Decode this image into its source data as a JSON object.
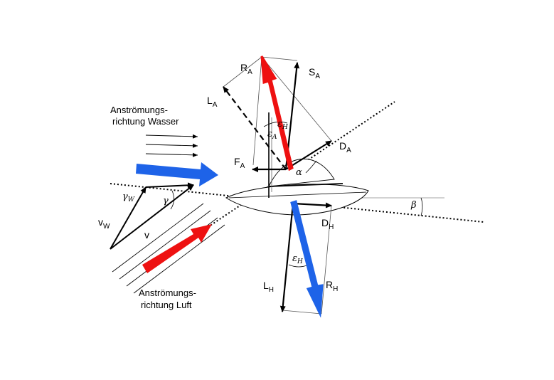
{
  "labels": {
    "ra": "R",
    "ra_sub": "A",
    "sa": "S",
    "sa_sub": "A",
    "la": "L",
    "la_sub": "A",
    "da": "D",
    "da_sub": "A",
    "fa": "F",
    "fa_sub": "A",
    "dh": "D",
    "dh_sub": "H",
    "lh": "L",
    "lh_sub": "H",
    "rh": "R",
    "rh_sub": "H",
    "vw": "v",
    "vw_sub": "W",
    "v": "v",
    "eps_a": "ε",
    "eps_a_sub": "A",
    "eps_h_top": "ε",
    "eps_h_top_sub": "H",
    "eps_h": "ε",
    "eps_h_sub": "H",
    "alpha": "α",
    "beta": "β",
    "gamma": "γ",
    "gamma_w": "γ",
    "gamma_w_sub": "W"
  },
  "captions": {
    "water_line1": "Anströmungs-",
    "water_line2": "richtung Wasser",
    "air_line1": "Anströmungs-",
    "air_line2": "richtung Luft"
  },
  "colors": {
    "red_arrow": "#ee1111",
    "blue_arrow": "#1e63e8",
    "line": "#000000",
    "thin": "#555555"
  }
}
